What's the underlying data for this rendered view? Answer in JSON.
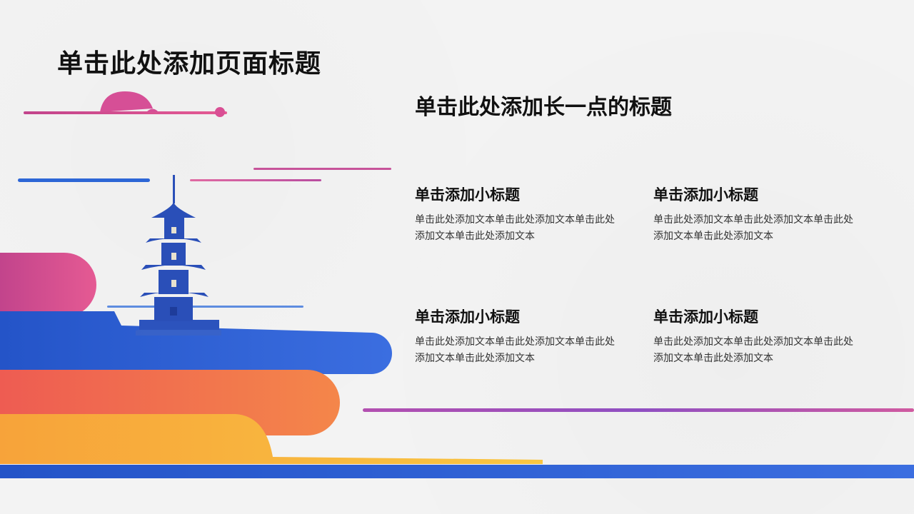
{
  "page": {
    "title": "单击此处添加页面标题",
    "section_title": "单击此处添加长一点的标题"
  },
  "blocks": [
    {
      "heading": "单击添加小标题",
      "body": "单击此处添加文本单击此处添加文本单击此处添加文本单击此处添加文本"
    },
    {
      "heading": "单击添加小标题",
      "body": "单击此处添加文本单击此处添加文本单击此处添加文本单击此处添加文本"
    },
    {
      "heading": "单击添加小标题",
      "body": "单击此处添加文本单击此处添加文本单击此处添加文本单击此处添加文本"
    },
    {
      "heading": "单击添加小标题",
      "body": "单击此处添加文本单击此处添加文本单击此处添加文本单击此处添加文本"
    }
  ],
  "colors": {
    "pink": "#d94f94",
    "blue": "#2d5fd0",
    "orange": "#f2764f",
    "yellow": "#f7b739",
    "purple": "#9a4fc0",
    "background": "#f3f3f3"
  }
}
